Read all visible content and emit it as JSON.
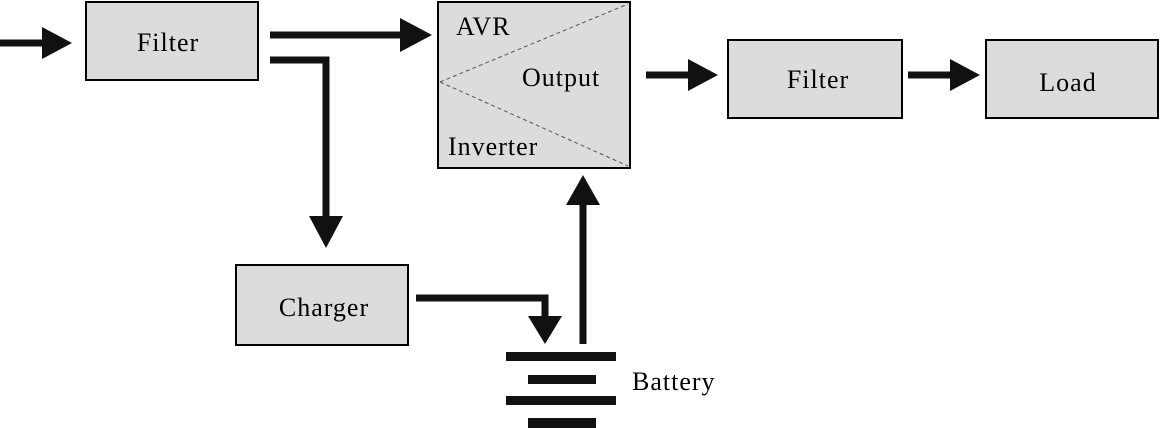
{
  "diagram": {
    "labels": {
      "input_filter": "Filter",
      "avr": "AVR",
      "output": "Output",
      "inverter": "Inverter",
      "output_filter": "Filter",
      "load": "Load",
      "charger": "Charger",
      "battery": "Battery"
    }
  }
}
